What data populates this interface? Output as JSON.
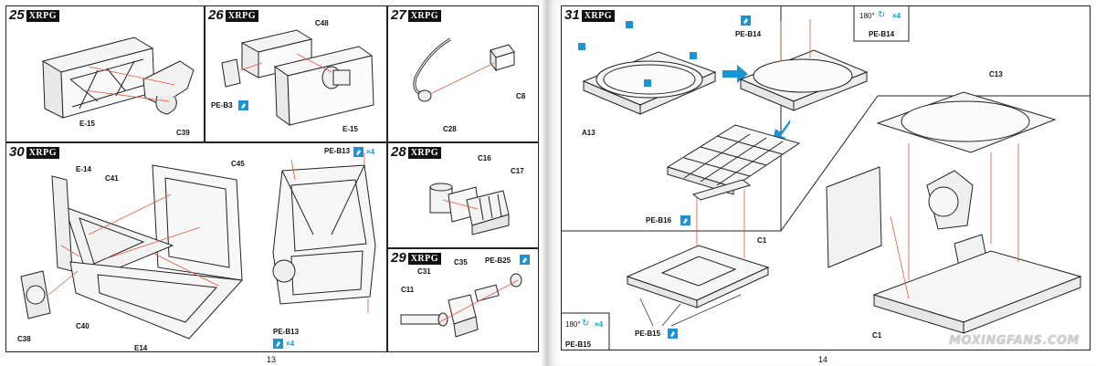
{
  "brand": "XRPG",
  "left_page": {
    "page_number": "13",
    "steps": [
      {
        "number": "25",
        "parts": [
          "E-15",
          "C39"
        ]
      },
      {
        "number": "26",
        "parts": [
          "C48",
          "PE-B3",
          "E-15"
        ]
      },
      {
        "number": "27",
        "parts": [
          "C8",
          "C28"
        ]
      },
      {
        "number": "28",
        "parts": [
          "C16",
          "C17"
        ]
      },
      {
        "number": "29",
        "parts": [
          "C35",
          "PE-B25",
          "C31",
          "C11"
        ]
      },
      {
        "number": "30",
        "parts": [
          "E-14",
          "C41",
          "C45",
          "C38",
          "C40",
          "E14",
          "PE-B13",
          "PE-B13"
        ]
      }
    ],
    "quantities": {
      "pe_b13_top": "×4",
      "pe_b13_bottom": "×4"
    }
  },
  "right_page": {
    "page_number": "14",
    "steps": [
      {
        "number": "31",
        "parts": [
          "PE-B14",
          "A13",
          "PE-B16",
          "C1",
          "PE-B15",
          "C13",
          "C1"
        ]
      }
    ],
    "inset_b14": {
      "angle": "180°",
      "qty": "×4",
      "label": "PE-B14"
    },
    "inset_b15": {
      "angle": "180°",
      "qty": "×4",
      "label": "PE-B15"
    }
  },
  "watermark": "MOXINGFANS.COM",
  "colors": {
    "badge": "#1a95d3",
    "guide_line": "#e05a3c",
    "arrow": "#1a95d3"
  }
}
